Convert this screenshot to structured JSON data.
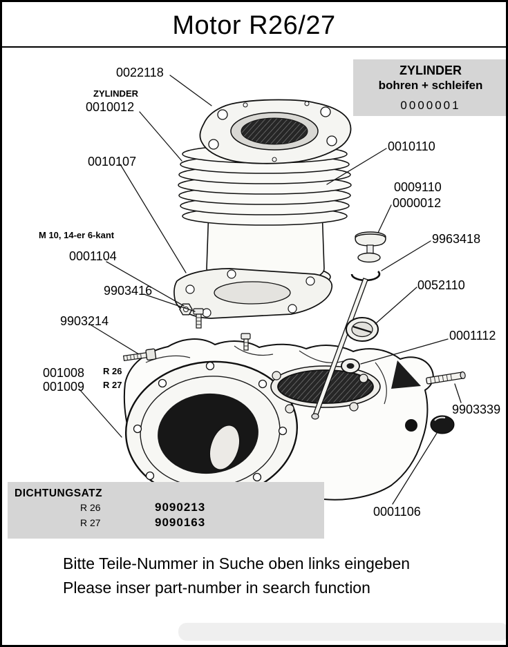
{
  "title": "Motor R26/27",
  "colors": {
    "box_bg": "#d5d5d5"
  },
  "zylinder_box": {
    "line1": "ZYLINDER",
    "line2": "bohren + schleifen",
    "number": "0000001"
  },
  "dichtungssatz": {
    "title": "DICHTUNGSATZ",
    "rows": [
      {
        "model": "R 26",
        "number": "9090213"
      },
      {
        "model": "R 27",
        "number": "9090163"
      }
    ]
  },
  "labels": {
    "p0022118": "0022118",
    "zylinder_caption": "ZYLINDER",
    "p0010012": "0010012",
    "p0010110": "0010110",
    "p0010107": "0010107",
    "p0009110": "0009110",
    "p0000012": "0000012",
    "m10_caption": "M 10, 14-er 6-kant",
    "p0001104": "0001104",
    "p9963418": "9963418",
    "p9903416": "9903416",
    "p0052110": "0052110",
    "p9903214": "9903214",
    "p0001112": "0001112",
    "p001008": "001008",
    "r26_caption": "R 26",
    "p001009": "001009",
    "r27_caption": "R 27",
    "p9903339": "9903339",
    "p0001106": "0001106"
  },
  "footer": {
    "line1": "Bitte Teile-Nummer in Suche oben links eingeben",
    "line2": "Please inser part-number in search function"
  }
}
